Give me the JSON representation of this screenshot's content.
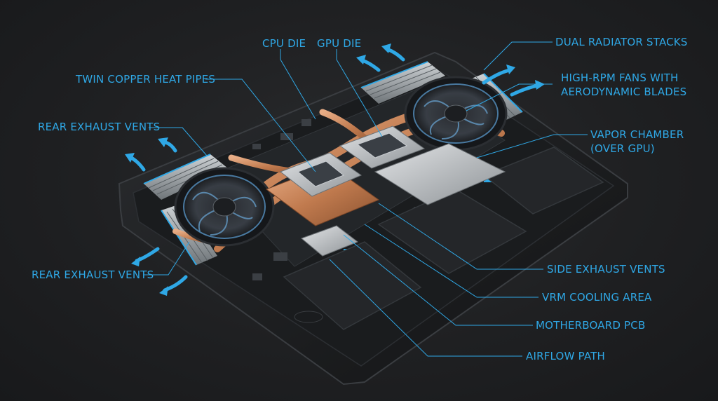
{
  "labels": {
    "cpu_die": "CPU DIE",
    "gpu_die": "GPU DIE",
    "dual_radiator": "DUAL RADIATOR STACKS",
    "twin_copper": "TWIN COPPER HEAT PIPES",
    "high_rpm_line1": "HIGH-RPM FANS WITH",
    "high_rpm_line2": "AERODYNAMIC BLADES",
    "rear_exhaust_top": "REAR EXHAUST VENTS",
    "vapor_line1": "VAPOR CHAMBER",
    "vapor_line2": "(OVER GPU)",
    "rear_exhaust_bottom": "REAR EXHAUST VENTS",
    "side_exhaust": "SIDE EXHAUST VENTS",
    "vrm": "VRM COOLING AREA",
    "motherboard": "MOTHERBOARD PCB",
    "airflow": "AIRFLOW PATH"
  },
  "colors": {
    "accent": "#2fa8e6",
    "background": "#1f2022",
    "copper": "#c8865a",
    "chassis": "#141516"
  }
}
